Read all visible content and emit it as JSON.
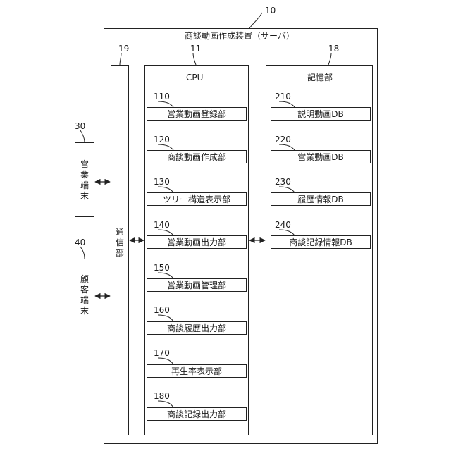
{
  "server": {
    "ref": "10",
    "title": "商談動画作成装置（サーバ）"
  },
  "comm": {
    "ref": "19",
    "label": "通\n信\n部"
  },
  "cpu": {
    "ref": "11",
    "title": "CPU",
    "units": [
      {
        "ref": "110",
        "label": "営業動画登録部"
      },
      {
        "ref": "120",
        "label": "商談動画作成部"
      },
      {
        "ref": "130",
        "label": "ツリー構造表示部"
      },
      {
        "ref": "140",
        "label": "営業動画出力部"
      },
      {
        "ref": "150",
        "label": "営業動画管理部"
      },
      {
        "ref": "160",
        "label": "商談履歴出力部"
      },
      {
        "ref": "170",
        "label": "再生率表示部"
      },
      {
        "ref": "180",
        "label": "商談記録出力部"
      }
    ]
  },
  "storage": {
    "ref": "18",
    "title": "記憶部",
    "dbs": [
      {
        "ref": "210",
        "label": "説明動画DB"
      },
      {
        "ref": "220",
        "label": "営業動画DB"
      },
      {
        "ref": "230",
        "label": "履歴情報DB"
      },
      {
        "ref": "240",
        "label": "商談記録情報DB"
      }
    ]
  },
  "sales_terminal": {
    "ref": "30",
    "label": "営\n業\n端\n末"
  },
  "customer_terminal": {
    "ref": "40",
    "label": "顧\n客\n端\n末"
  }
}
